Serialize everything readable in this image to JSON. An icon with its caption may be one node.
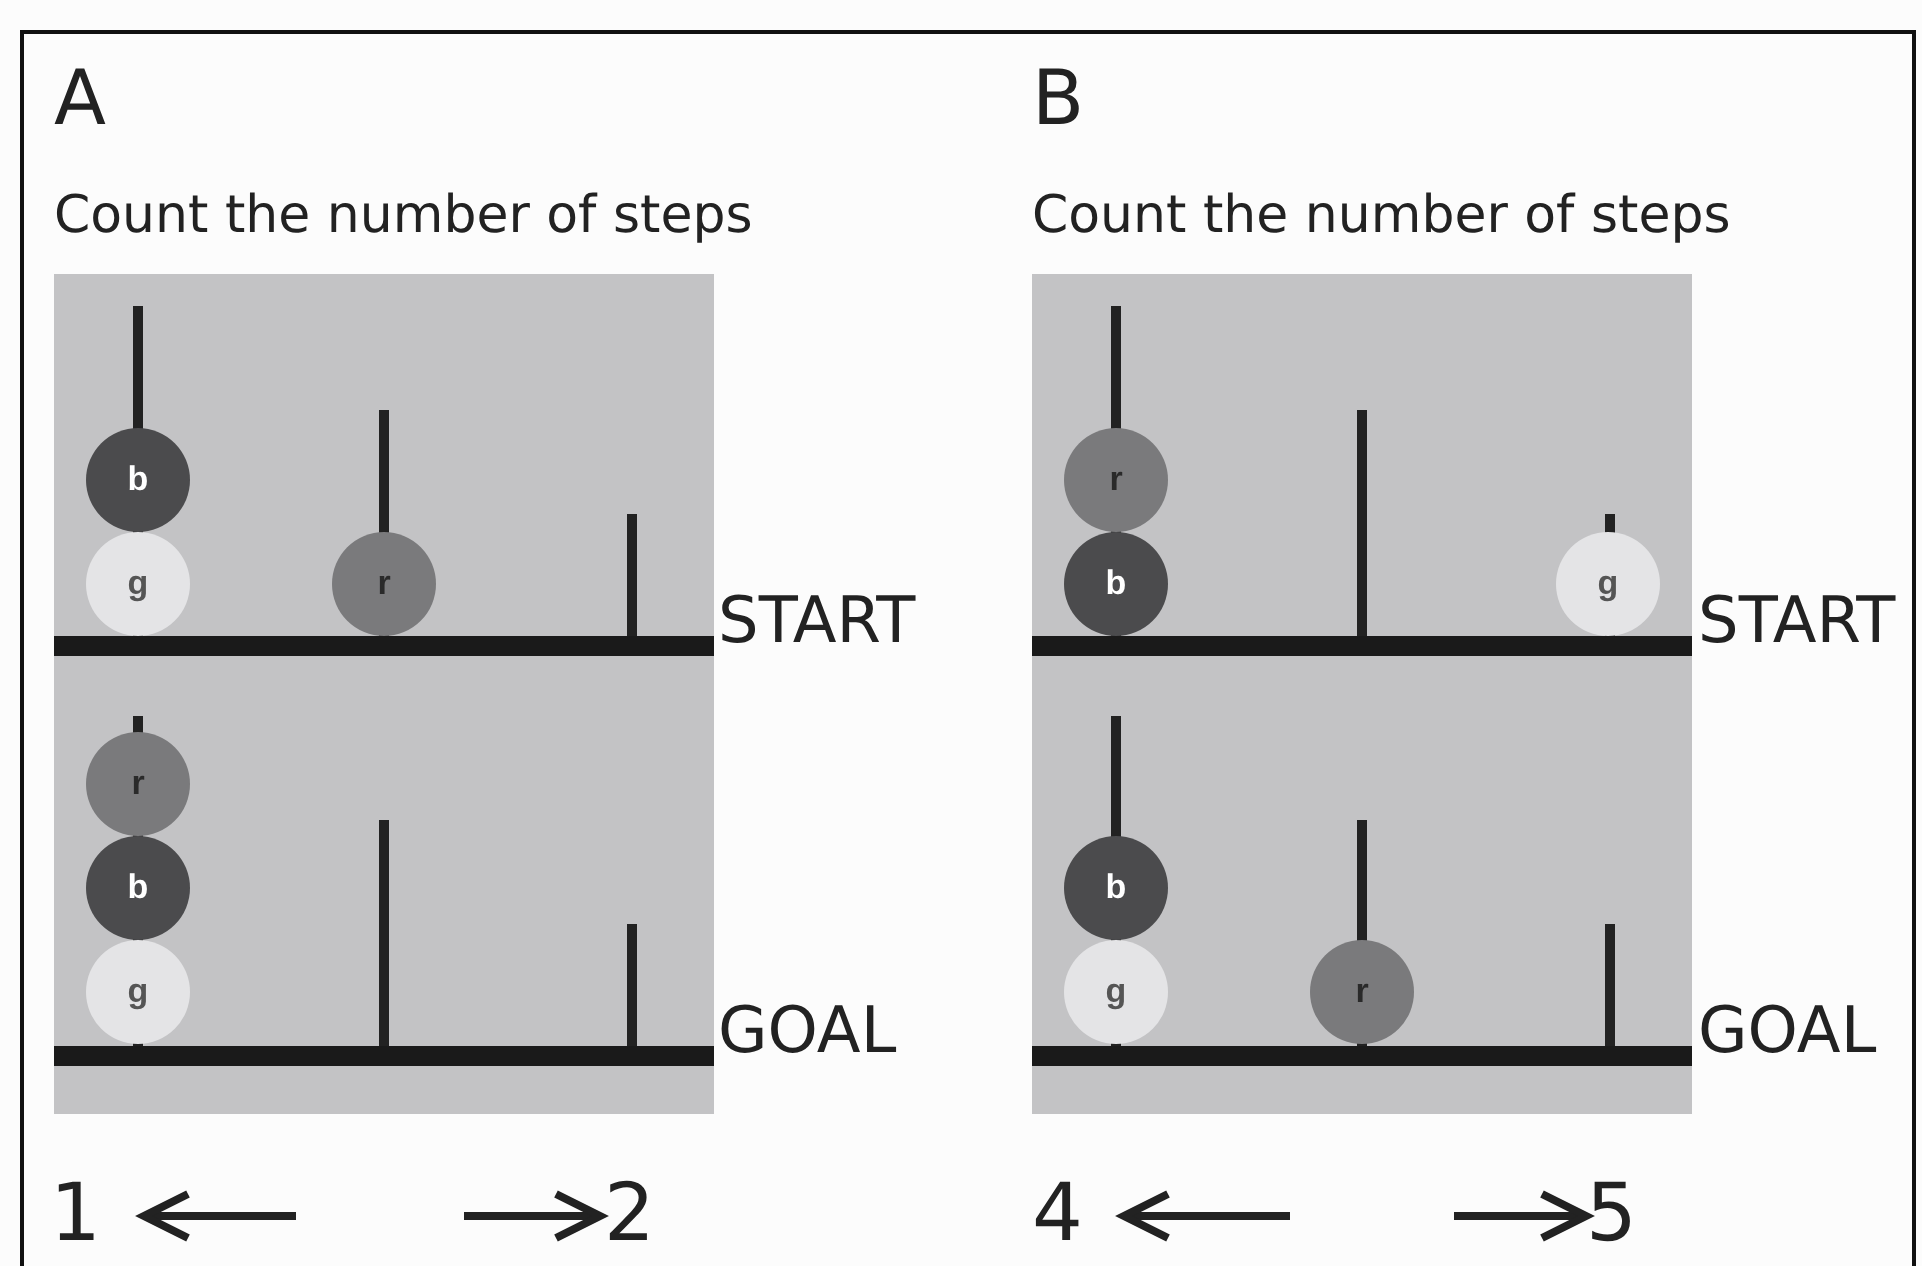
{
  "diagram": {
    "nodes": [
      {
        "text": [
          "b"
        ]
      },
      {
        "text": [
          "g"
        ]
      },
      {
        "text": [
          "r"
        ]
      },
      {
        "text": [
          "r"
        ]
      },
      {
        "text": [
          "b"
        ]
      },
      {
        "text": [
          "g"
        ]
      },
      {
        "text": [
          "r"
        ]
      },
      {
        "text": [
          "b"
        ]
      },
      {
        "text": [
          "g"
        ]
      },
      {
        "text": [
          "b"
        ]
      },
      {
        "text": [
          "g"
        ]
      },
      {
        "text": [
          "r"
        ]
      }
    ],
    "edges": [],
    "labels": [
      "A",
      "B",
      "Count the number of steps",
      "Count the number of steps",
      "START",
      "START",
      "GOAL",
      "GOAL",
      "1",
      "2",
      "4",
      "5"
    ]
  }
}
